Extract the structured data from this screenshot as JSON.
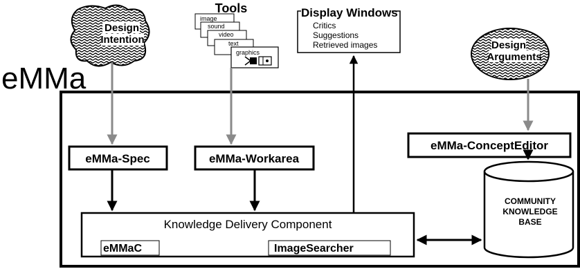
{
  "system_label": "eMMa",
  "inputs": {
    "design_intention": {
      "line1": "Design",
      "line2": "Intention"
    },
    "tools": {
      "title": "Tools",
      "cards": [
        "image",
        "sound",
        "video",
        "text",
        "graphics"
      ]
    },
    "display_windows": {
      "title": "Display Windows",
      "items": [
        "Critics",
        "Suggestions",
        "Retrieved images"
      ]
    },
    "design_arguments": {
      "line1": "Design",
      "line2": "Arguments"
    }
  },
  "modules": {
    "spec": "eMMa-Spec",
    "workarea": "eMMa-Workarea",
    "concept_editor": "eMMa-ConceptEditor",
    "knowledge_delivery": {
      "title": "Knowledge Delivery Component",
      "sub_left": "eMMaC",
      "sub_right": "ImageSearcher"
    },
    "knowledge_base": {
      "line1": "COMMUNITY",
      "line2": "KNOWLEDGE",
      "line3": "BASE"
    }
  },
  "colors": {
    "line": "#000000",
    "gray_arrow": "#8a8a8a",
    "background": "#ffffff"
  }
}
